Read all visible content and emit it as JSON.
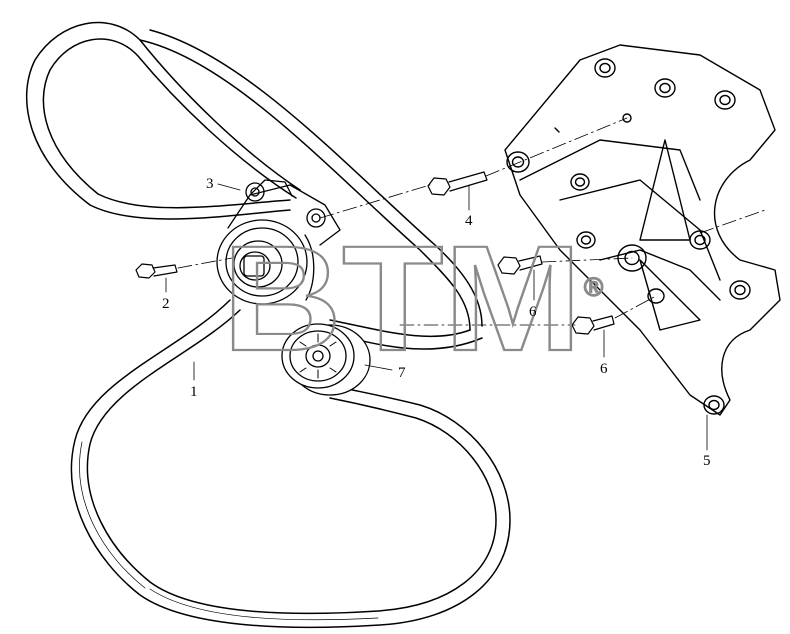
{
  "diagram": {
    "callouts": [
      {
        "id": "1",
        "text": "1"
      },
      {
        "id": "2",
        "text": "2"
      },
      {
        "id": "3",
        "text": "3"
      },
      {
        "id": "4",
        "text": "4"
      },
      {
        "id": "5",
        "text": "5"
      },
      {
        "id": "6a",
        "text": "6"
      },
      {
        "id": "6b",
        "text": "6"
      },
      {
        "id": "7",
        "text": "7"
      }
    ],
    "watermark": {
      "text": "BTM",
      "symbol": "®"
    }
  }
}
